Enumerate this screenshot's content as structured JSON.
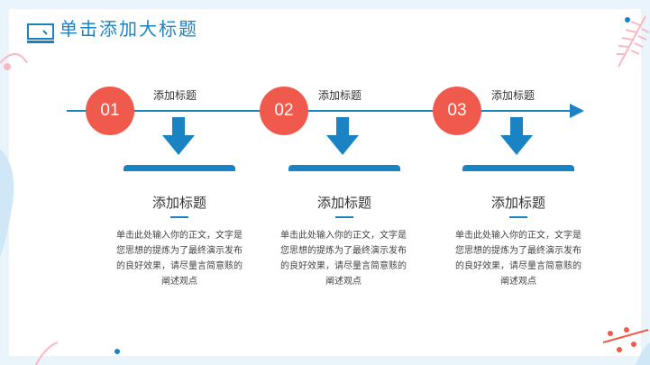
{
  "title": "单击添加大标题",
  "icon": "monitor-icon",
  "colors": {
    "accent": "#1a83c4",
    "circle": "#f05a4d",
    "background": "#eaf5fb"
  },
  "steps": [
    {
      "number": "01",
      "label": "添加标题",
      "heading": "添加标题",
      "body": "单击此处输入你的正文，文字是您思想的提炼为了最终演示发布的良好效果，请尽量言简意赅的阐述观点"
    },
    {
      "number": "02",
      "label": "添加标题",
      "heading": "添加标题",
      "body": "单击此处输入你的正文，文字是您思想的提炼为了最终演示发布的良好效果，请尽量言简意赅的阐述观点"
    },
    {
      "number": "03",
      "label": "添加标题",
      "heading": "添加标题",
      "body": "单击此处输入你的正文，文字是您思想的提炼为了最终演示发布的良好效果，请尽量言简意赅的阐述观点"
    }
  ]
}
